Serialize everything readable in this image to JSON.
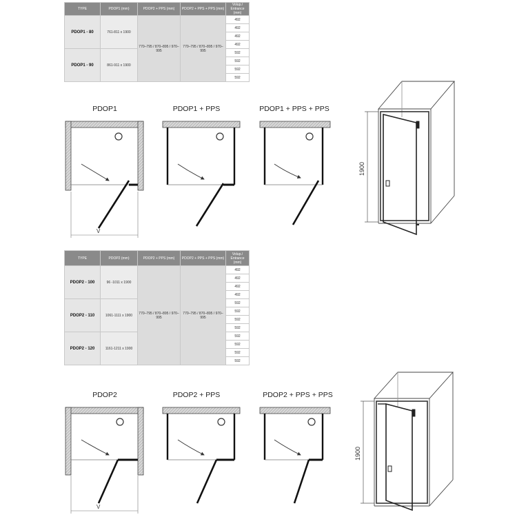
{
  "table1": {
    "headers": [
      "TYPE",
      "PDOP1 (mm)",
      "PDOP2 + PPS (mm)",
      "PDOP2 + PPS + PPS (mm)",
      "Volup./ Entrance (mm)"
    ],
    "rows": [
      {
        "type": "PDOP1 - 80",
        "dims": "761-811 x 1900"
      },
      {
        "type": "PDOP1 - 90",
        "dims": "861-911 x 1900"
      }
    ],
    "pps": "770–795 / 870–895 / 970–995",
    "pps2": "770–795 / 870–895 / 970–995",
    "entrance": [
      "492",
      "492",
      "492",
      "492",
      "592",
      "592",
      "592",
      "592"
    ]
  },
  "table2": {
    "headers": [
      "TYPE",
      "PDOP2 (mm)",
      "PDOP2 + PPS (mm)",
      "PDOP2 + PPS + PPS (mm)",
      "Volup./ Entrance (mm)"
    ],
    "rows": [
      {
        "type": "PDOP2 - 100",
        "dims": "96 -1011 x 1900"
      },
      {
        "type": "PDOP2 - 110",
        "dims": "1061-1111 x 1900"
      },
      {
        "type": "PDOP2 - 120",
        "dims": "1161-1211 x 1900"
      }
    ],
    "pps": "770–795 / 870–895 / 970–995",
    "pps2": "770–795 / 870–895 / 970–995",
    "entrance": [
      "492",
      "492",
      "492",
      "492",
      "592",
      "592",
      "592",
      "592",
      "592",
      "592",
      "592",
      "592"
    ]
  },
  "plans_top": [
    "PDOP1",
    "PDOP1 + PPS",
    "PDOP1 + PPS + PPS"
  ],
  "plans_bottom": [
    "PDOP2",
    "PDOP2 + PPS",
    "PDOP2 + PPS + PPS"
  ],
  "dimension_label": "V",
  "height_label": "1900"
}
